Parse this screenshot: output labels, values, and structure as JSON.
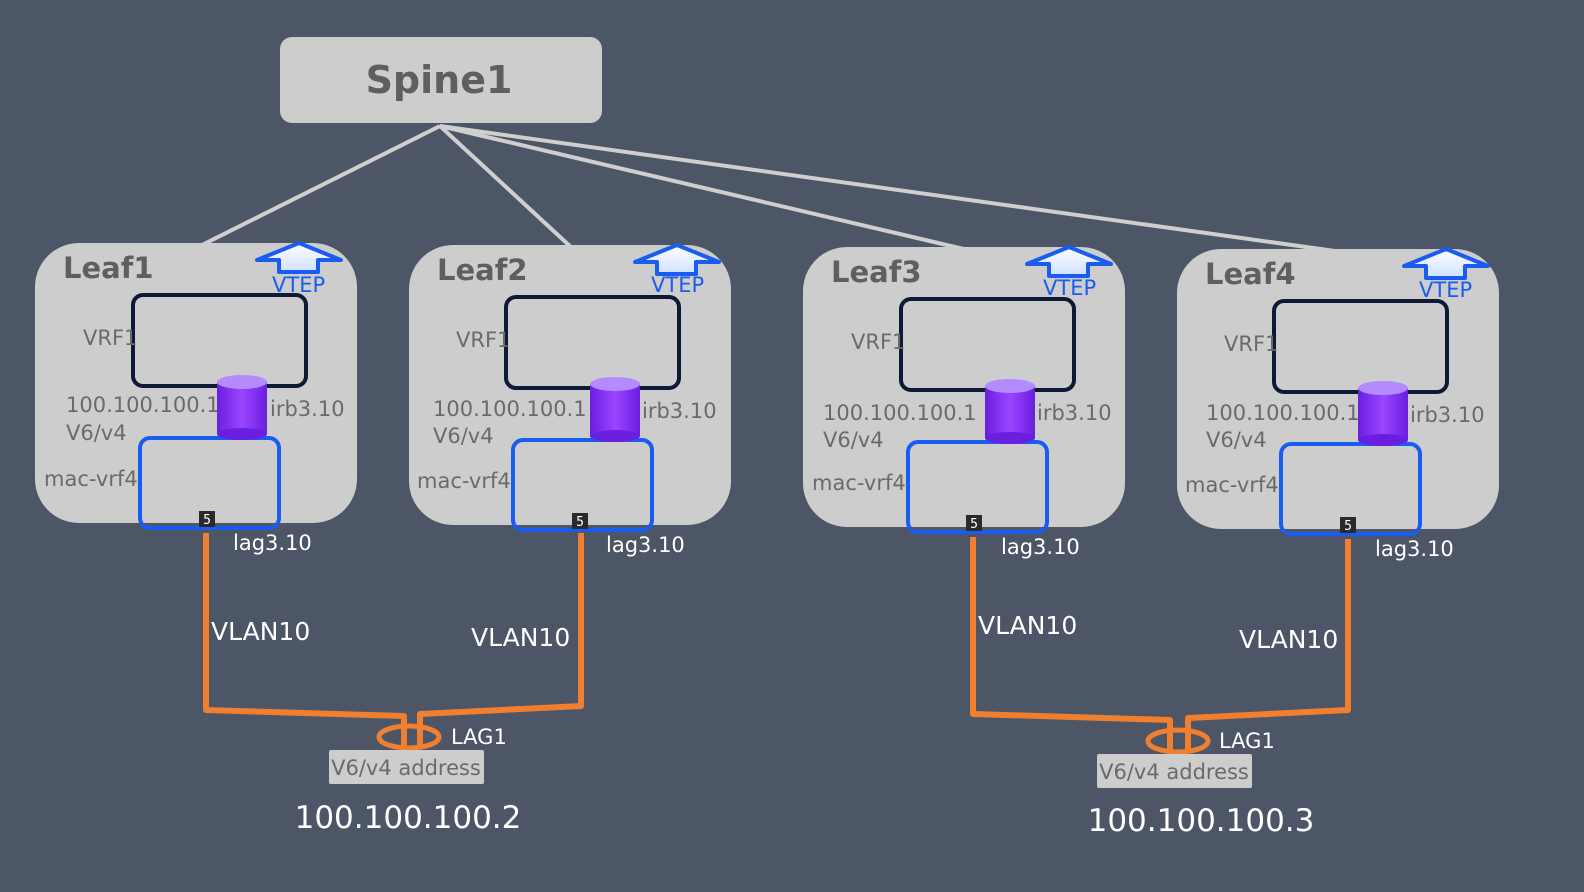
{
  "spine": {
    "label": "Spine1"
  },
  "leaves": [
    {
      "title": "Leaf1",
      "vtep": "VTEP",
      "vrf": "VRF1",
      "ip": "100.100.100.1",
      "family": "V6/v4",
      "irb": "irb3.10",
      "macvrf": "mac-vrf4",
      "port": "5",
      "lag": "lag3.10",
      "vlan": "VLAN10"
    },
    {
      "title": "Leaf2",
      "vtep": "VTEP",
      "vrf": "VRF1",
      "ip": "100.100.100.1",
      "family": "V6/v4",
      "irb": "irb3.10",
      "macvrf": "mac-vrf4",
      "port": "5",
      "lag": "lag3.10",
      "vlan": "VLAN10"
    },
    {
      "title": "Leaf3",
      "vtep": "VTEP",
      "vrf": "VRF1",
      "ip": "100.100.100.1",
      "family": "V6/v4",
      "irb": "irb3.10",
      "macvrf": "mac-vrf4",
      "port": "5",
      "lag": "lag3.10",
      "vlan": "VLAN10"
    },
    {
      "title": "Leaf4",
      "vtep": "VTEP",
      "vrf": "VRF1",
      "ip": "100.100.100.1",
      "family": "V6/v4",
      "irb": "irb3.10",
      "macvrf": "mac-vrf4",
      "port": "5",
      "lag": "lag3.10",
      "vlan": "VLAN10"
    }
  ],
  "hosts": [
    {
      "lag": "LAG1",
      "address_label": "V6/v4 address",
      "ip": "100.100.100.2"
    },
    {
      "lag": "LAG1",
      "address_label": "V6/v4 address",
      "ip": "100.100.100.3"
    }
  ],
  "colors": {
    "background": "#4c5666",
    "box": "#cdcdcd",
    "link": "#cfcfcf",
    "vlan_link": "#f08030",
    "mac_vrf_border": "#1a5cf0",
    "vrf_border": "#0e1a33",
    "irb_cylinder": "#8a2cf0",
    "vtep": "#1a5cf0"
  }
}
